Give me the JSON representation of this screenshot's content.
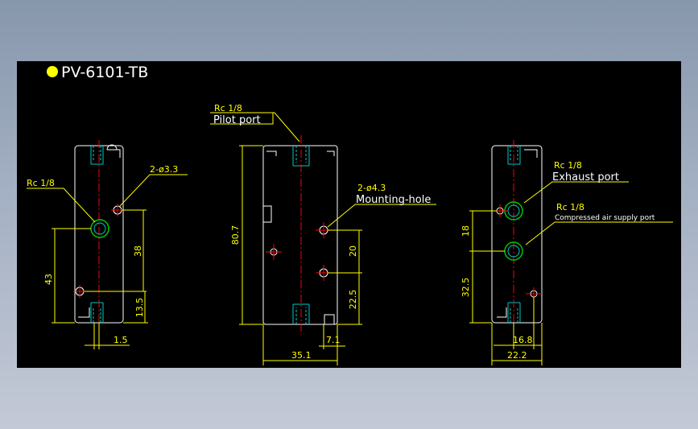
{
  "title": "PV-6101-TB",
  "colors": {
    "outline": "#ffffff",
    "dim": "#ffff00",
    "center": "#ff0000",
    "thread": "#00c8c8",
    "port": "#00c800",
    "title_dot": "#ffff00"
  },
  "left_view": {
    "rc_label": "Rc 1/8",
    "hole_label": "2-ø3.3",
    "dims": {
      "d43": "43",
      "d38": "38",
      "d13_5": "13.5",
      "d1_5": "1.5"
    }
  },
  "center_view": {
    "rc_label": "Rc 1/8",
    "pilot_label": "Pilot port",
    "hole_spec": "2-ø4.3",
    "mount_label": "Mounting-hole",
    "dims": {
      "d80_7": "80.7",
      "d20": "20",
      "d22_5": "22.5",
      "d7_1": "7.1",
      "d35_1": "35.1"
    }
  },
  "right_view": {
    "exhaust_rc": "Rc 1/8",
    "exhaust_label": "Exhaust port",
    "supply_rc": "Rc 1/8",
    "supply_label": "Compressed air supply port",
    "dims": {
      "d18": "18",
      "d32_5": "32.5",
      "d16_8": "16.8",
      "d22_2": "22.2"
    }
  }
}
